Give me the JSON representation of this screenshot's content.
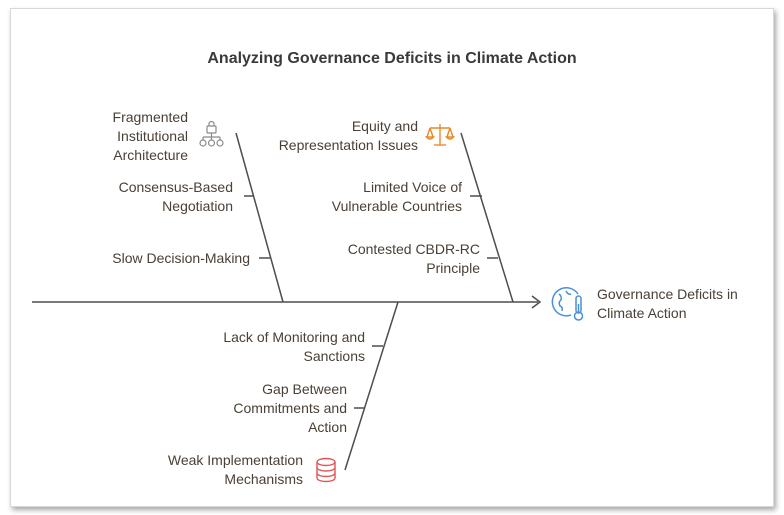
{
  "title": "Analyzing Governance Deficits in Climate Action",
  "effect": {
    "line1": "Governance Deficits in",
    "line2": "Climate Action",
    "icon": "globe-thermometer-icon"
  },
  "categories": [
    {
      "id": "fragmented",
      "label_lines": [
        "Fragmented",
        "Institutional",
        "Architecture"
      ],
      "icon": "hierarchy-lock-icon",
      "causes": [
        {
          "lines": [
            "Consensus-Based",
            "Negotiation"
          ]
        },
        {
          "lines": [
            "Slow Decision-Making"
          ]
        }
      ]
    },
    {
      "id": "equity",
      "label_lines": [
        "Equity and",
        "Representation Issues"
      ],
      "icon": "scales-icon",
      "causes": [
        {
          "lines": [
            "Limited Voice of",
            "Vulnerable Countries"
          ]
        },
        {
          "lines": [
            "Contested CBDR-RC",
            "Principle"
          ]
        }
      ]
    },
    {
      "id": "weak",
      "label_lines": [
        "Weak Implementation",
        "Mechanisms"
      ],
      "icon": "database-icon",
      "causes": [
        {
          "lines": [
            "Lack of Monitoring and",
            "Sanctions"
          ]
        },
        {
          "lines": [
            "Gap Between",
            "Commitments and",
            "Action"
          ]
        }
      ]
    }
  ],
  "colors": {
    "line": "#4d4d4d",
    "effect_icon": "#4a90d9",
    "scales_icon": "#e8892a",
    "database_icon": "#e05555",
    "hierarchy_icon": "#8a8a8a"
  }
}
